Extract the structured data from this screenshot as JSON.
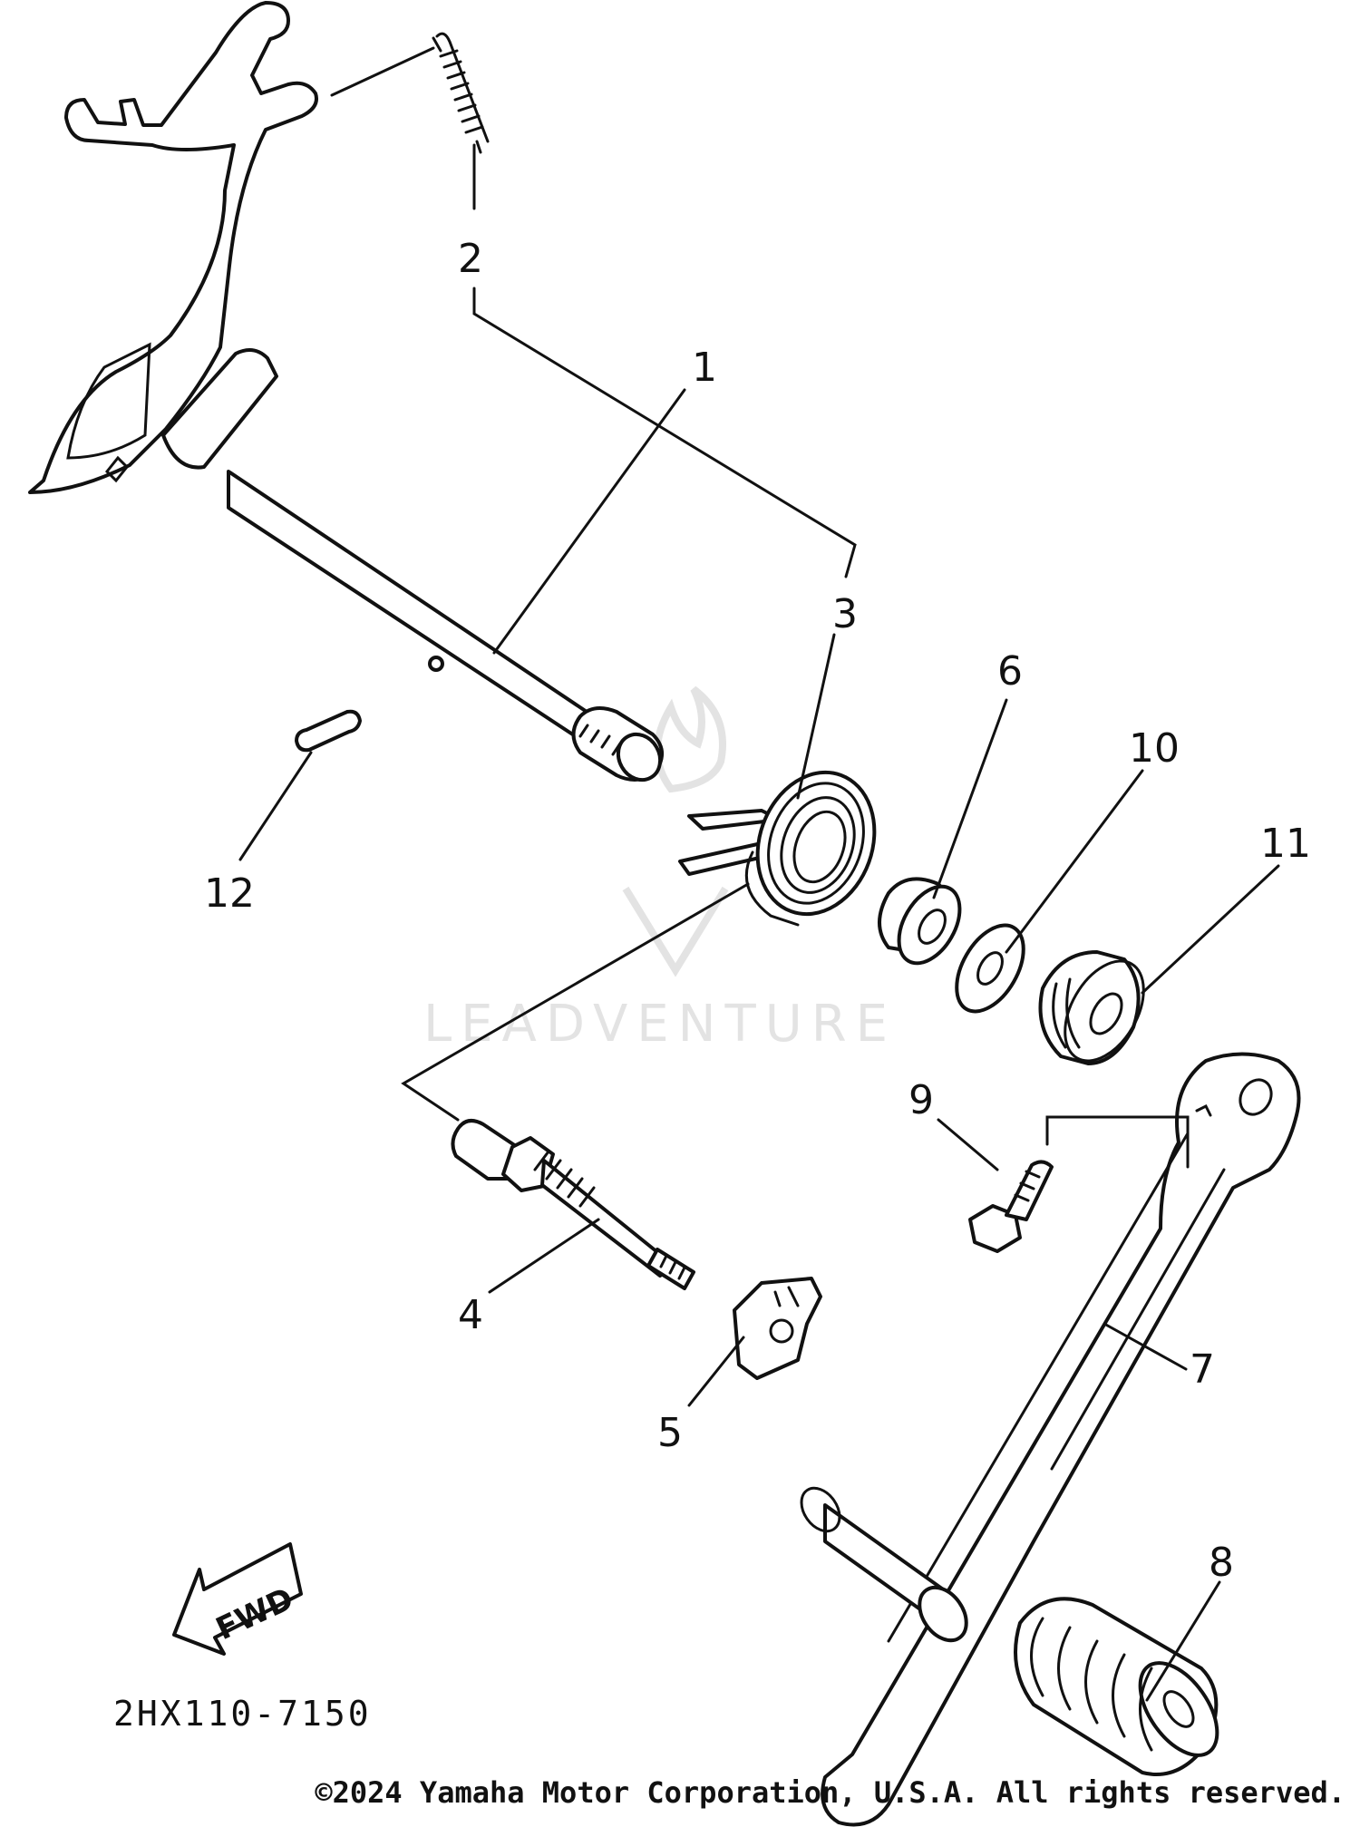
{
  "part_labels": {
    "p1": "1",
    "p2": "2",
    "p3": "3",
    "p4": "4",
    "p5": "5",
    "p6": "6",
    "p7": "7",
    "p8": "8",
    "p9": "9",
    "p10": "10",
    "p11": "11",
    "p12": "12"
  },
  "fwd_label": "FWD",
  "diagram_code": "2HX110-7150",
  "watermark": "LEADVENTURE",
  "copyright": "©2024 Yamaha Motor Corporation, U.S.A. All rights reserved.",
  "colors": {
    "line": "#111111",
    "watermark": "#e3e3e3",
    "background": "#ffffff"
  }
}
